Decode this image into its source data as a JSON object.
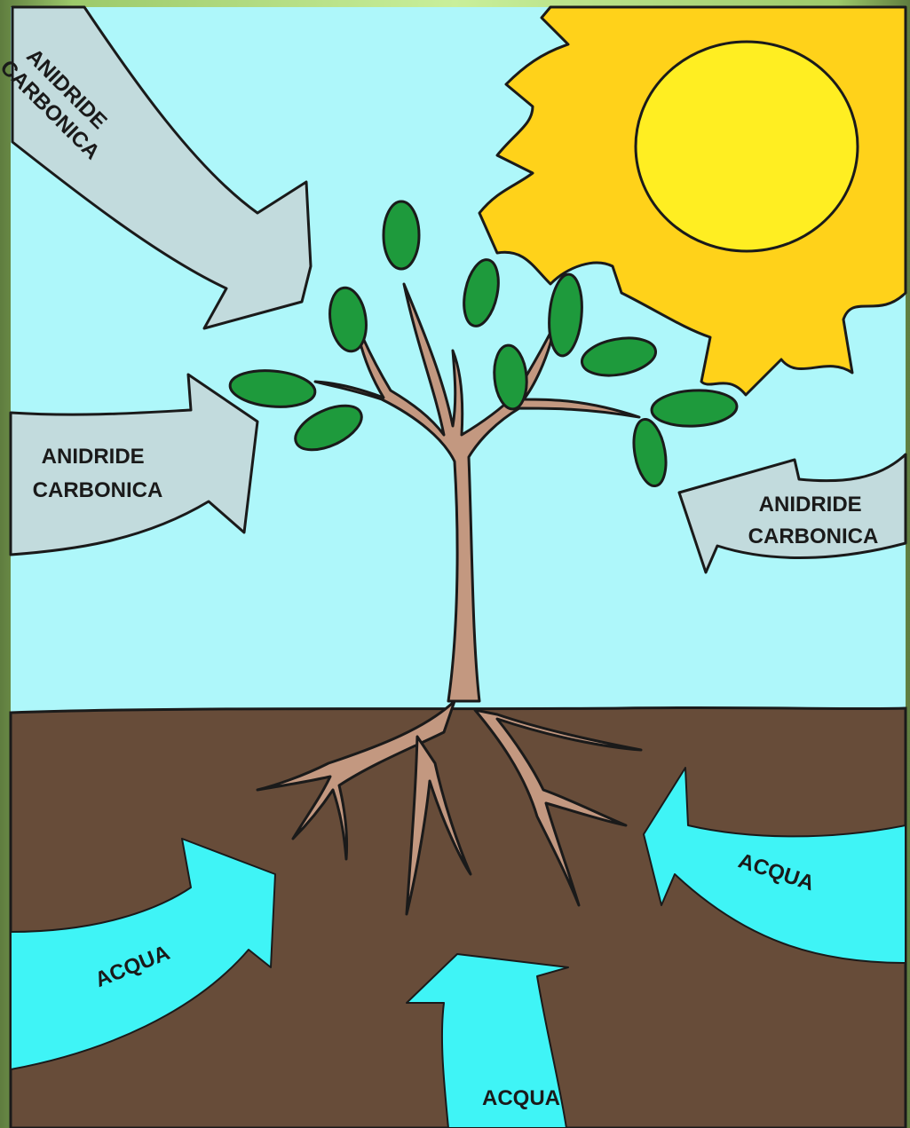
{
  "labels": {
    "co2_top_left": [
      "ANIDRIDE",
      "CARBONICA"
    ],
    "co2_left": [
      "ANIDRIDE",
      "CARBONICA"
    ],
    "co2_right": [
      "ANIDRIDE",
      "CARBONICA"
    ],
    "water_left": "ACQUA",
    "water_bottom": "ACQUA",
    "water_right": "ACQUA"
  },
  "colors": {
    "sky": "#aef7fa",
    "soil": "#674c39",
    "sun_rays": "#ffd21a",
    "sun_disc": "#ffee22",
    "co2_arrow": "#c2dbdd",
    "water_arrow": "#3ff4f6",
    "trunk": "#c39880",
    "leaf": "#1e9a3c"
  }
}
